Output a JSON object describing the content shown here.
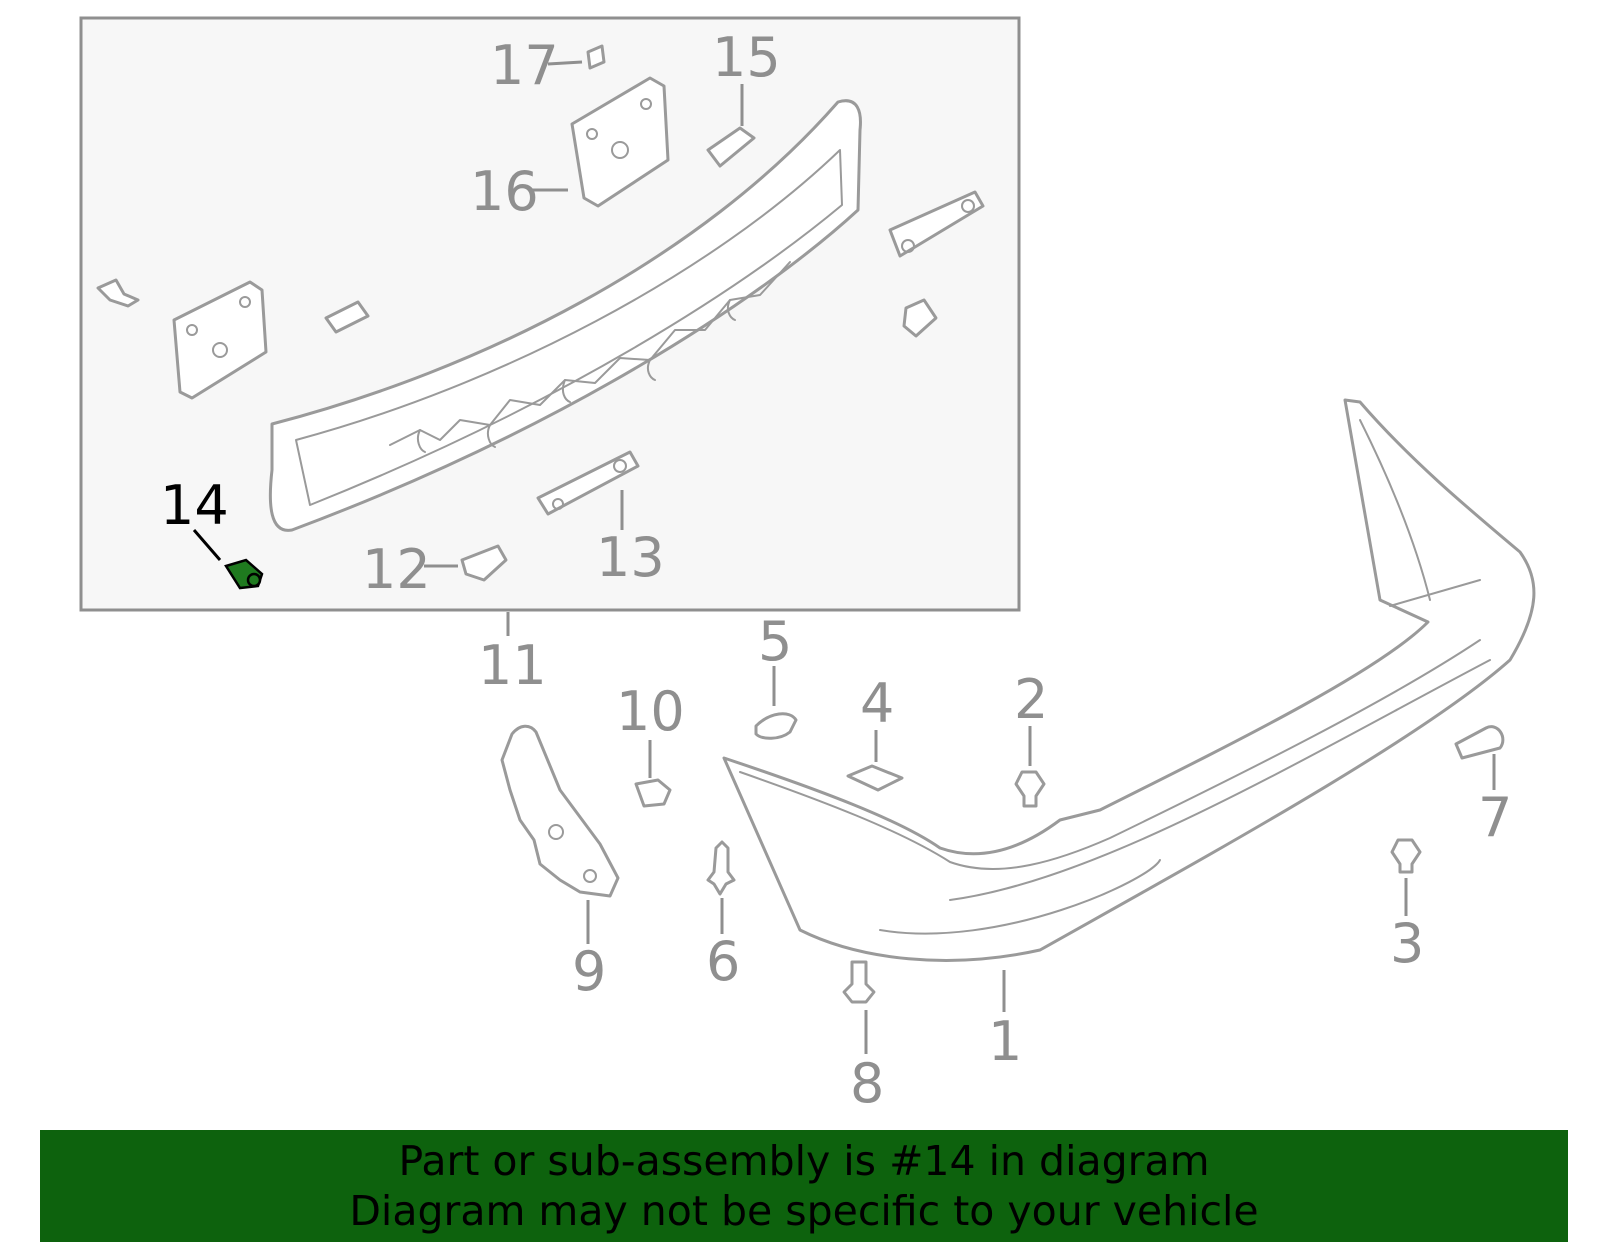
{
  "highlight_color": "#1f7a1f",
  "banner_color": "#0d620d",
  "callouts": [
    {
      "id": "1",
      "label": "1"
    },
    {
      "id": "2",
      "label": "2"
    },
    {
      "id": "3",
      "label": "3"
    },
    {
      "id": "4",
      "label": "4"
    },
    {
      "id": "5",
      "label": "5"
    },
    {
      "id": "6",
      "label": "6"
    },
    {
      "id": "7",
      "label": "7"
    },
    {
      "id": "8",
      "label": "8"
    },
    {
      "id": "9",
      "label": "9"
    },
    {
      "id": "10",
      "label": "10"
    },
    {
      "id": "11",
      "label": "11"
    },
    {
      "id": "12",
      "label": "12"
    },
    {
      "id": "13",
      "label": "13"
    },
    {
      "id": "14",
      "label": "14",
      "highlighted": true
    },
    {
      "id": "15",
      "label": "15"
    },
    {
      "id": "16",
      "label": "16"
    },
    {
      "id": "17",
      "label": "17"
    }
  ],
  "banner": {
    "line1": "Part or sub-assembly is #14 in diagram",
    "line2": "Diagram may not be specific to your vehicle"
  }
}
